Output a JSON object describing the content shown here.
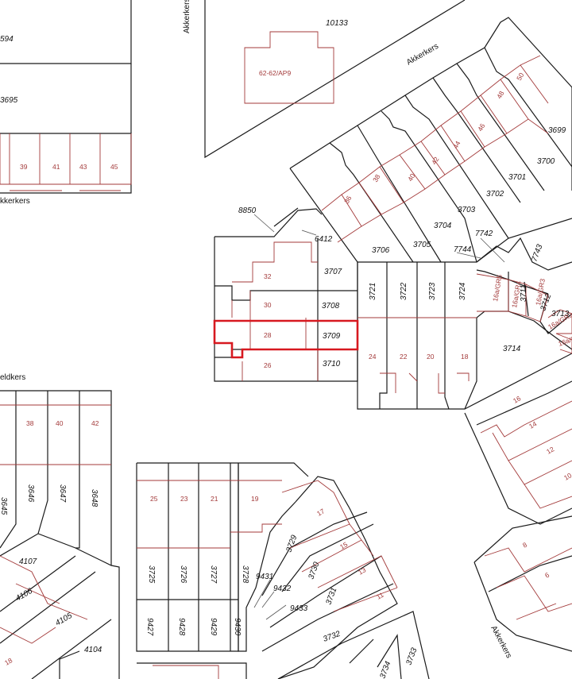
{
  "map": {
    "colors": {
      "parcel_line": "#1a1a1a",
      "building_line": "#a33a3a",
      "selected_parcel": "#d71920",
      "house_number": "#a33a3a"
    },
    "street_labels": [
      "Akkerkers",
      "Akkerkers",
      "kkerkers",
      "eldkers",
      "Akkerkers"
    ],
    "selected_parcel": "3709",
    "parcel_numbers": [
      "594",
      "3695",
      "10133",
      "3699",
      "3700",
      "3701",
      "3702",
      "3703",
      "3704",
      "3705",
      "3706",
      "7742",
      "7744",
      "7743",
      "8850",
      "6412",
      "3707",
      "3708",
      "3709",
      "3710",
      "3721",
      "3722",
      "3723",
      "3724",
      "3711",
      "3712",
      "3713",
      "3714",
      "3645",
      "3646",
      "3647",
      "3648",
      "4107",
      "4106",
      "4105",
      "4104",
      "3725",
      "3726",
      "3727",
      "3728",
      "3729",
      "3730",
      "3731",
      "3732",
      "9431",
      "9432",
      "9433",
      "9427",
      "9428",
      "9429",
      "9430",
      "3733",
      "3734"
    ],
    "house_numbers": [
      "39",
      "41",
      "43",
      "45",
      "62-62/AP9",
      "50",
      "48",
      "46",
      "44",
      "42",
      "40",
      "38",
      "36",
      "32",
      "30",
      "28",
      "26",
      "24",
      "22",
      "20",
      "18",
      "16a/GR5",
      "16a/GR4",
      "16a/GR3",
      "16a/GR2",
      "16a/GR1",
      "16",
      "14",
      "12",
      "10",
      "8",
      "6",
      "38",
      "40",
      "42",
      "25",
      "23",
      "21",
      "19",
      "17",
      "15",
      "13",
      "11",
      "18"
    ]
  }
}
